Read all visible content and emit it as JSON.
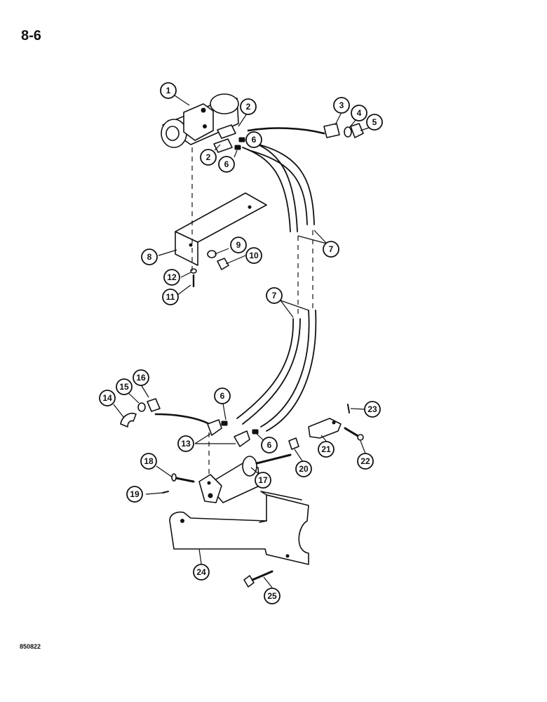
{
  "page": {
    "page_number": "8-6",
    "figure_code": "850822"
  },
  "callouts": [
    "1",
    "2",
    "2",
    "3",
    "4",
    "5",
    "6",
    "6",
    "7",
    "7",
    "8",
    "9",
    "10",
    "11",
    "12",
    "13",
    "14",
    "15",
    "16",
    "6",
    "6",
    "17",
    "18",
    "19",
    "20",
    "21",
    "22",
    "23",
    "24",
    "25"
  ]
}
